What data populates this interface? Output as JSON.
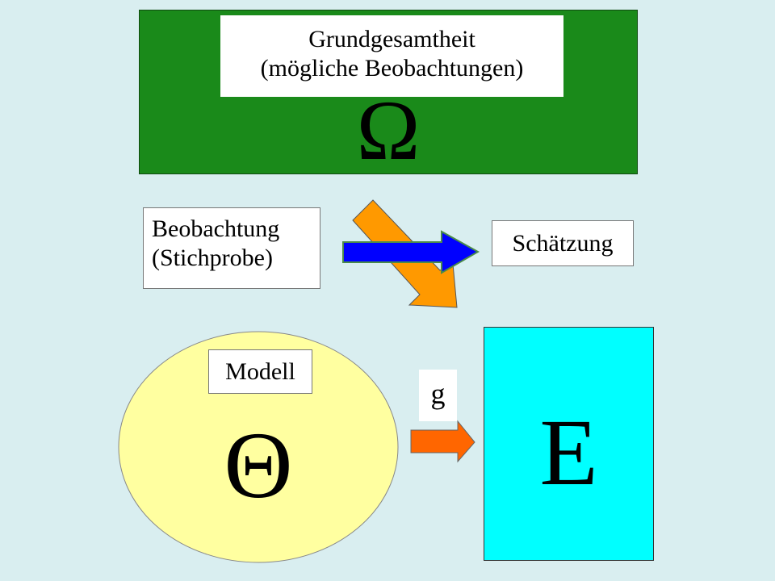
{
  "omega": {
    "title_line1": "Grundgesamtheit",
    "title_line2": "(mögliche Beobachtungen)",
    "symbol": "Ω",
    "color": "#1a8a1a"
  },
  "observation": {
    "line1": "Beobachtung",
    "line2": "(Stichprobe)"
  },
  "estimate": {
    "label": "Schätzung"
  },
  "model": {
    "label": "Modell",
    "symbol": "Θ",
    "color": "#ffffa0"
  },
  "mapping": {
    "label": "g"
  },
  "target": {
    "symbol": "E",
    "color": "#00ffff"
  },
  "colors": {
    "background": "#d9eef0",
    "orange_arrow": "#ff9900",
    "blue_arrow": "#0000ff",
    "g_arrow": "#ff6600"
  }
}
